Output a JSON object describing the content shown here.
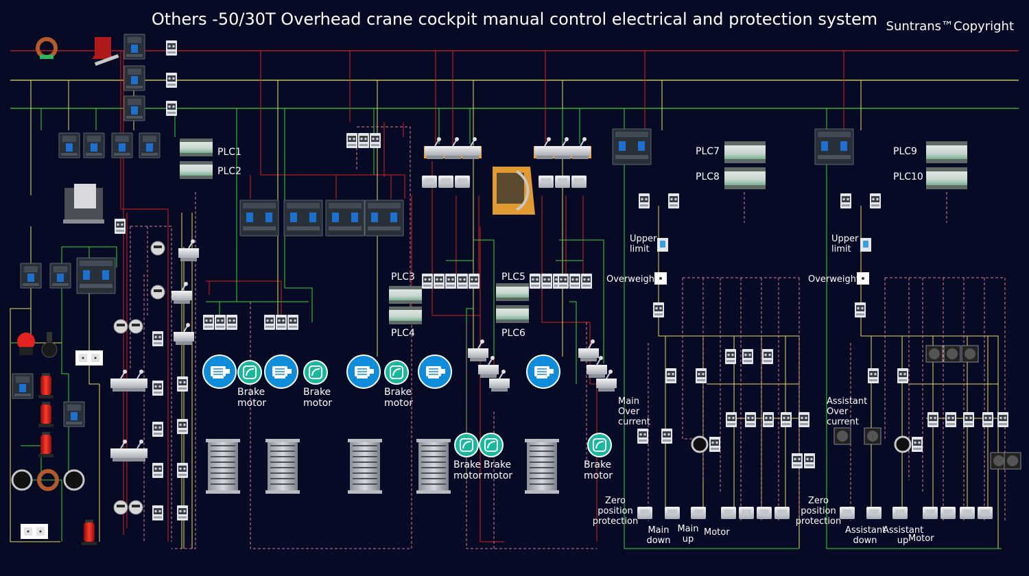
{
  "title": "Others -50/30T Overhead crane cockpit manual control electrical and protection system",
  "copyright": "Suntrans™Copyright",
  "colors": {
    "background": "#070a24",
    "bus_red": "#d42020",
    "bus_yellow": "#e6e060",
    "bus_green": "#35d235",
    "dashed": "#e07a90",
    "motor_blue": "#0f8ddb",
    "brake_teal": "#1ab89e"
  },
  "plc_labels": {
    "plc1": "PLC1",
    "plc2": "PLC2",
    "plc3": "PLC3",
    "plc4": "PLC4",
    "plc5": "PLC5",
    "plc6": "PLC6",
    "plc7": "PLC7",
    "plc8": "PLC8",
    "plc9": "PLC9",
    "plc10": "PLC10"
  },
  "brake_motor_labels": {
    "line1": "Brake",
    "line2": "motor"
  },
  "main_hoist": {
    "upper_limit_1": "Upper",
    "upper_limit_2": "limit",
    "overweight": "Overweight",
    "over_current_1": "Main",
    "over_current_2": "Over",
    "over_current_3": "current",
    "zero_1": "Zero",
    "zero_2": "position",
    "zero_3": "protection",
    "down_1": "Main",
    "down_2": "down",
    "up_1": "Main",
    "up_2": "up",
    "motor": "Motor"
  },
  "assistant_hoist": {
    "upper_limit_1": "Upper",
    "upper_limit_2": "limit",
    "overweight": "Overweight",
    "over_current_1": "Assistant",
    "over_current_2": "Over",
    "over_current_3": "current",
    "zero_1": "Zero",
    "zero_2": "position",
    "zero_3": "protection",
    "down_1": "Assistant",
    "down_2": "down",
    "up_1": "Assistant",
    "up_2": "up",
    "motor": "Motor"
  },
  "icons": {
    "motor": "motor-icon",
    "brake_motor": "brake-motor-icon",
    "contactor": "contactor-icon",
    "breaker": "circuit-breaker-icon",
    "plc": "plc-module-icon",
    "resistor": "resistor-bank-icon",
    "master_controller": "master-controller-icon",
    "cockpit": "cab-icon",
    "beacon": "warning-beacon-icon",
    "socket": "socket-icon",
    "limit_switch": "limit-switch-icon"
  }
}
